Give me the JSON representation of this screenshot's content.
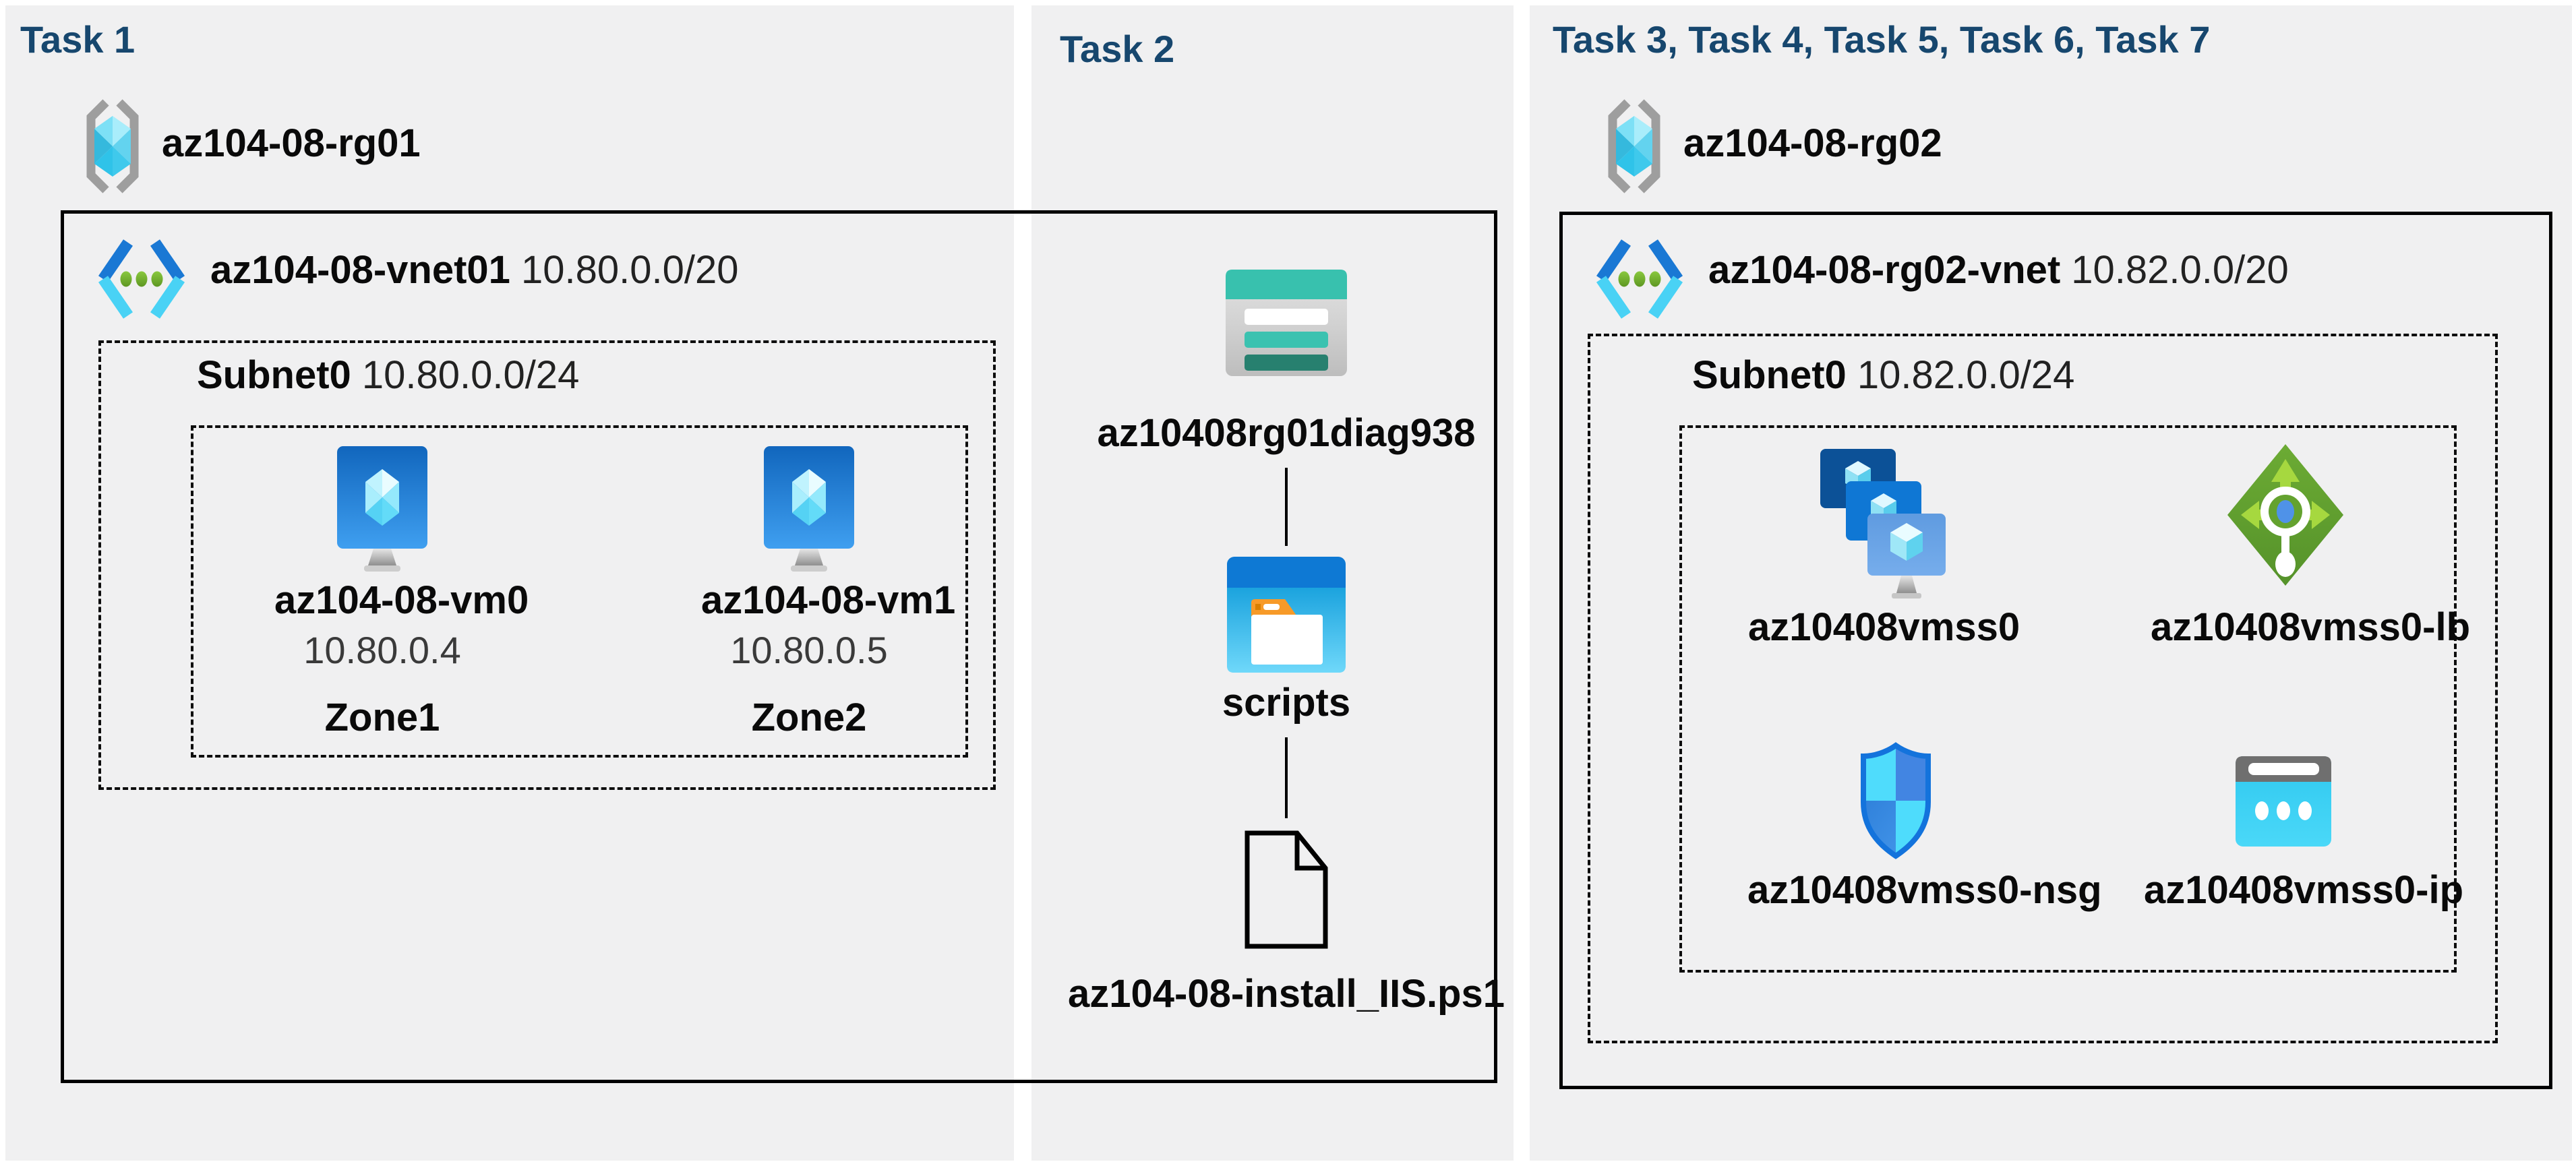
{
  "colors": {
    "panel_bg": "#f0f0f1",
    "header_navy": "#17476e",
    "azure_blue": "#0f77d4",
    "cyan": "#49d2f5",
    "teal": "#38c1ae",
    "green": "#71b32c",
    "lb_green": "#64a22f",
    "black": "#000000"
  },
  "task1": {
    "header": "Task 1",
    "resource_group": "az104-08-rg01",
    "vnet_name": "az104-08-vnet01",
    "vnet_cidr": "10.80.0.0/20",
    "subnet_name": "Subnet0",
    "subnet_cidr": "10.80.0.0/24",
    "vms": [
      {
        "name": "az104-08-vm0",
        "ip": "10.80.0.4",
        "zone": "Zone1"
      },
      {
        "name": "az104-08-vm1",
        "ip": "10.80.0.5",
        "zone": "Zone2"
      }
    ]
  },
  "task2": {
    "header": "Task 2",
    "storage_account": "az10408rg01diag938",
    "container": "scripts",
    "script_file": "az104-08-install_IIS.ps1"
  },
  "task3": {
    "header": "Task 3, Task 4, Task 5, Task 6, Task 7",
    "resource_group": "az104-08-rg02",
    "vnet_name": "az104-08-rg02-vnet",
    "vnet_cidr": "10.82.0.0/20",
    "subnet_name": "Subnet0",
    "subnet_cidr": "10.82.0.0/24",
    "resources": [
      {
        "name": "az10408vmss0",
        "type": "virtual-machine-scale-set"
      },
      {
        "name": "az10408vmss0-lb",
        "type": "load-balancer"
      },
      {
        "name": "az10408vmss0-nsg",
        "type": "network-security-group"
      },
      {
        "name": "az10408vmss0-ip",
        "type": "public-ip-address"
      }
    ]
  }
}
